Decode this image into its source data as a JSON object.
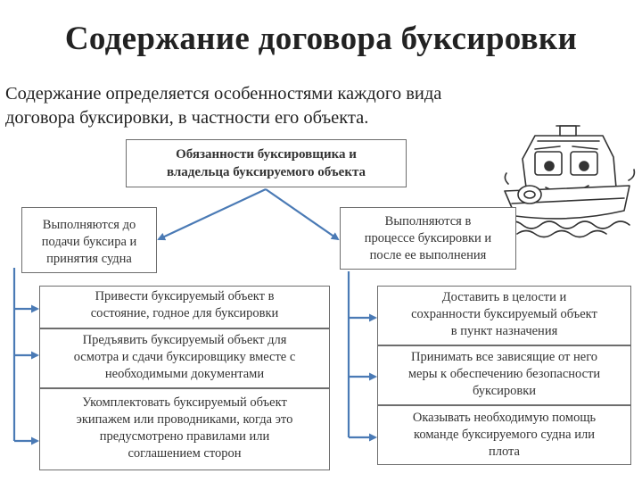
{
  "title": "Содержание договора буксировки",
  "intro": {
    "line1": "Содержание  определяется особенностями каждого вида",
    "line2": "договора буксировки, в частности его объекта."
  },
  "top_box": {
    "line1": "Обязанности буксировщика и",
    "line2": "владельца буксируемого объекта"
  },
  "left_branch": {
    "heading": [
      "Выполняются до",
      "подачи буксира и",
      "принятия судна"
    ],
    "items": [
      [
        "Привести буксируемый объект в",
        "состояние,  годное для буксировки"
      ],
      [
        "Предъявить буксируемый объект для",
        "осмотра и сдачи буксировщику вместе с",
        "необходимыми документами"
      ],
      [
        "Укомплектовать буксируемый объект",
        "экипажем или проводниками, когда это",
        "предусмотрено правилами или",
        "соглашением сторон"
      ]
    ]
  },
  "right_branch": {
    "heading": [
      "Выполняются в",
      "процессе буксировки и",
      "после ее выполнения"
    ],
    "items": [
      [
        "Доставить в целости и",
        "сохранности буксируемый объект",
        "в пункт назначения"
      ],
      [
        "Принимать все зависящие от него",
        "меры к обеспечению безопасности",
        "буксировки"
      ],
      [
        "Оказывать необходимую помощь",
        "команде буксируемого судна или",
        "плота"
      ]
    ]
  },
  "colors": {
    "arrow": "#4a7ab5",
    "box_border": "#6d6d6d",
    "title": "#222222"
  },
  "icons": {
    "tugboat": "cartoon-tugboat-icon"
  }
}
